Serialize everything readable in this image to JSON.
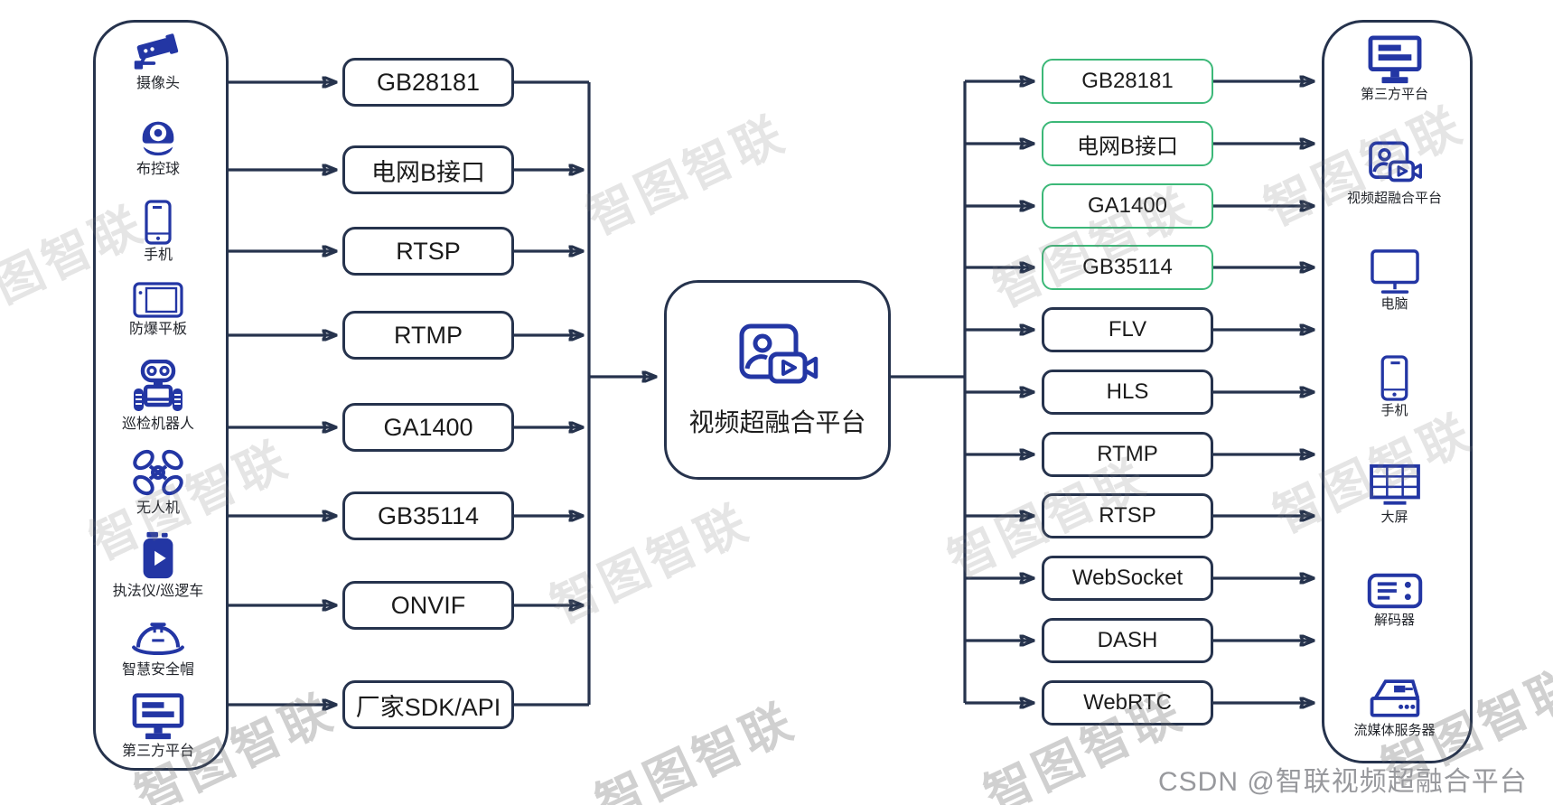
{
  "watermark": {
    "text": "智图智联",
    "credit": "CSDN @智联视频超融合平台"
  },
  "colors": {
    "connector": "#26334d",
    "icon_blue": "#2336a4",
    "protocol_border_dark": "#26334d",
    "protocol_border_green": "#3cb878",
    "watermark_gray": "#8c8c8c"
  },
  "center_platform": {
    "label": "视频超融合平台",
    "icon": "fusion-platform-icon"
  },
  "sources": {
    "items": [
      {
        "label": "摄像头",
        "icon": "cctv-camera-icon"
      },
      {
        "label": "布控球",
        "icon": "ptz-dome-icon"
      },
      {
        "label": "手机",
        "icon": "phone-icon"
      },
      {
        "label": "防爆平板",
        "icon": "tablet-icon"
      },
      {
        "label": "巡检机器人",
        "icon": "robot-icon"
      },
      {
        "label": "无人机",
        "icon": "drone-icon"
      },
      {
        "label": "执法仪/巡逻车",
        "icon": "bodycam-icon"
      },
      {
        "label": "智慧安全帽",
        "icon": "helmet-icon"
      },
      {
        "label": "第三方平台",
        "icon": "monitor-platform-icon"
      }
    ]
  },
  "input_protocols": {
    "items": [
      {
        "label": "GB28181"
      },
      {
        "label": "电网B接口"
      },
      {
        "label": "RTSP"
      },
      {
        "label": "RTMP"
      },
      {
        "label": "GA1400"
      },
      {
        "label": "GB35114"
      },
      {
        "label": "ONVIF"
      },
      {
        "label": "厂家SDK/API"
      }
    ]
  },
  "output_protocols": {
    "items": [
      {
        "label": "GB28181",
        "style": "green"
      },
      {
        "label": "电网B接口",
        "style": "green"
      },
      {
        "label": "GA1400",
        "style": "green"
      },
      {
        "label": "GB35114",
        "style": "green"
      },
      {
        "label": "FLV",
        "style": "dark"
      },
      {
        "label": "HLS",
        "style": "dark"
      },
      {
        "label": "RTMP",
        "style": "dark"
      },
      {
        "label": "RTSP",
        "style": "dark"
      },
      {
        "label": "WebSocket",
        "style": "dark"
      },
      {
        "label": "DASH",
        "style": "dark"
      },
      {
        "label": "WebRTC",
        "style": "dark"
      }
    ]
  },
  "destinations": {
    "items": [
      {
        "label": "第三方平台",
        "icon": "monitor-platform-icon"
      },
      {
        "label": "视频超融合平台",
        "icon": "fusion-platform-icon"
      },
      {
        "label": "电脑",
        "icon": "desktop-computer-icon"
      },
      {
        "label": "手机",
        "icon": "phone-icon"
      },
      {
        "label": "大屏",
        "icon": "video-wall-icon"
      },
      {
        "label": "解码器",
        "icon": "decoder-icon"
      },
      {
        "label": "流媒体服务器",
        "icon": "media-server-icon"
      }
    ]
  }
}
